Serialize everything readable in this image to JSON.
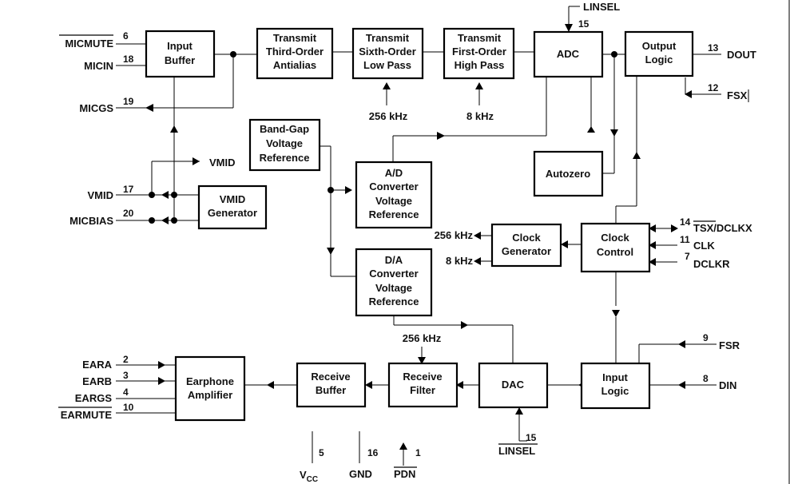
{
  "blocks": {
    "input_buffer": [
      "Input",
      "Buffer"
    ],
    "tx_third_order": [
      "Transmit",
      "Third-Order",
      "Antialias"
    ],
    "tx_sixth_order": [
      "Transmit",
      "Sixth-Order",
      "Low Pass"
    ],
    "tx_first_order": [
      "Transmit",
      "First-Order",
      "High Pass"
    ],
    "adc": [
      "ADC"
    ],
    "output_logic": [
      "Output",
      "Logic"
    ],
    "band_gap": [
      "Band-Gap",
      "Voltage",
      "Reference"
    ],
    "ad_ref": [
      "A/D",
      "Converter",
      "Voltage",
      "Reference"
    ],
    "autozero": [
      "Autozero"
    ],
    "vmid_gen": [
      "VMID",
      "Generator"
    ],
    "clock_gen": [
      "Clock",
      "Generator"
    ],
    "clock_ctrl": [
      "Clock",
      "Control"
    ],
    "da_ref": [
      "D/A",
      "Converter",
      "Voltage",
      "Reference"
    ],
    "earphone_amp": [
      "Earphone",
      "Amplifier"
    ],
    "rx_buffer": [
      "Receive",
      "Buffer"
    ],
    "rx_filter": [
      "Receive",
      "Filter"
    ],
    "dac": [
      "DAC"
    ],
    "input_logic": [
      "Input",
      "Logic"
    ]
  },
  "pins": {
    "micmute": {
      "name": "MICMUTE",
      "num": "6"
    },
    "micin": {
      "name": "MICIN",
      "num": "18"
    },
    "micgs": {
      "name": "MICGS",
      "num": "19"
    },
    "vmid_out": {
      "name": "VMID"
    },
    "vmid": {
      "name": "VMID",
      "num": "17"
    },
    "micbias": {
      "name": "MICBIAS",
      "num": "20"
    },
    "linsel_top": {
      "name": "LINSEL",
      "num": "15"
    },
    "dout": {
      "name": "DOUT",
      "num": "13"
    },
    "fsx": {
      "name": "FSX",
      "num": "12"
    },
    "tsx_dclkx": {
      "name": "TSX/DCLKX",
      "num": "14"
    },
    "clk": {
      "name": "CLK",
      "num": "11"
    },
    "dclkr": {
      "name": "DCLKR",
      "num": "7"
    },
    "fsr": {
      "name": "FSR",
      "num": "9"
    },
    "din": {
      "name": "DIN",
      "num": "8"
    },
    "eara": {
      "name": "EARA",
      "num": "2"
    },
    "earb": {
      "name": "EARB",
      "num": "3"
    },
    "eargs": {
      "name": "EARGS",
      "num": "4"
    },
    "earmute": {
      "name": "EARMUTE",
      "num": "10"
    },
    "linsel_bottom": {
      "name": "LINSEL",
      "num": "15"
    },
    "vcc": {
      "name": "V",
      "sub": "CC",
      "num": "5"
    },
    "gnd": {
      "name": "GND",
      "num": "16"
    },
    "pdn": {
      "name": "PDN",
      "num": "1"
    }
  },
  "clock_labels": {
    "sixth_order": "256 kHz",
    "first_order": "8 kHz",
    "gen_256": "256 kHz",
    "gen_8": "8 kHz",
    "rx_filter": "256 kHz"
  }
}
